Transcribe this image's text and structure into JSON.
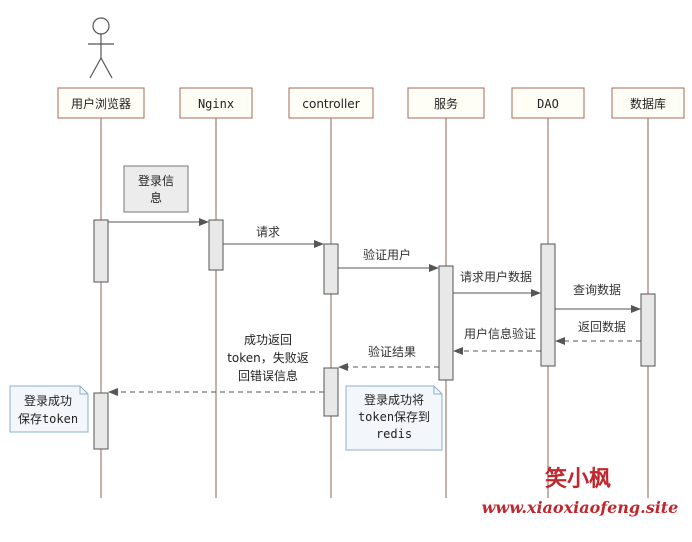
{
  "actors": [
    {
      "id": "browser",
      "label": "用户浏览器"
    },
    {
      "id": "nginx",
      "label": "Nginx"
    },
    {
      "id": "controller",
      "label": "controller"
    },
    {
      "id": "service",
      "label": "服务"
    },
    {
      "id": "dao",
      "label": "DAO"
    },
    {
      "id": "database",
      "label": "数据库"
    }
  ],
  "messages": [
    {
      "from": "browser",
      "to": "nginx",
      "label": "",
      "dashed": false
    },
    {
      "from": "nginx",
      "to": "controller",
      "label": "请求",
      "dashed": false
    },
    {
      "from": "controller",
      "to": "service",
      "label": "验证用户",
      "dashed": false
    },
    {
      "from": "service",
      "to": "dao",
      "label": "请求用户数据",
      "dashed": false
    },
    {
      "from": "dao",
      "to": "database",
      "label": "查询数据",
      "dashed": false
    },
    {
      "from": "database",
      "to": "dao",
      "label": "返回数据",
      "dashed": true
    },
    {
      "from": "dao",
      "to": "service",
      "label": "用户信息验证",
      "dashed": true
    },
    {
      "from": "service",
      "to": "controller",
      "label": "验证结果",
      "dashed": true
    },
    {
      "from": "controller",
      "to": "browser",
      "label": "",
      "dashed": true
    }
  ],
  "notes": [
    {
      "id": "login-info",
      "lines": [
        "登录信",
        "息"
      ]
    },
    {
      "id": "controller-return",
      "lines": [
        "成功返回",
        "token，失败返",
        "回错误信息"
      ]
    },
    {
      "id": "login-success-save",
      "lines": [
        "登录成功",
        "保存token"
      ]
    },
    {
      "id": "login-success-redis",
      "lines": [
        "登录成功将",
        "token保存到",
        "redis"
      ]
    }
  ],
  "watermark": {
    "title": "笑小枫",
    "url": "www.xiaoxiaofeng.site"
  },
  "colors": {
    "actor_border": "#a86a5a",
    "actor_fill": "#fefdf6",
    "lifeline": "#8b6655",
    "activation_fill": "#e8e8e8",
    "activation_border": "#555555",
    "arrow": "#555555",
    "note_border": "#8ab0cc",
    "note_fill": "#f3f7fb",
    "watermark": "#c0282f"
  }
}
